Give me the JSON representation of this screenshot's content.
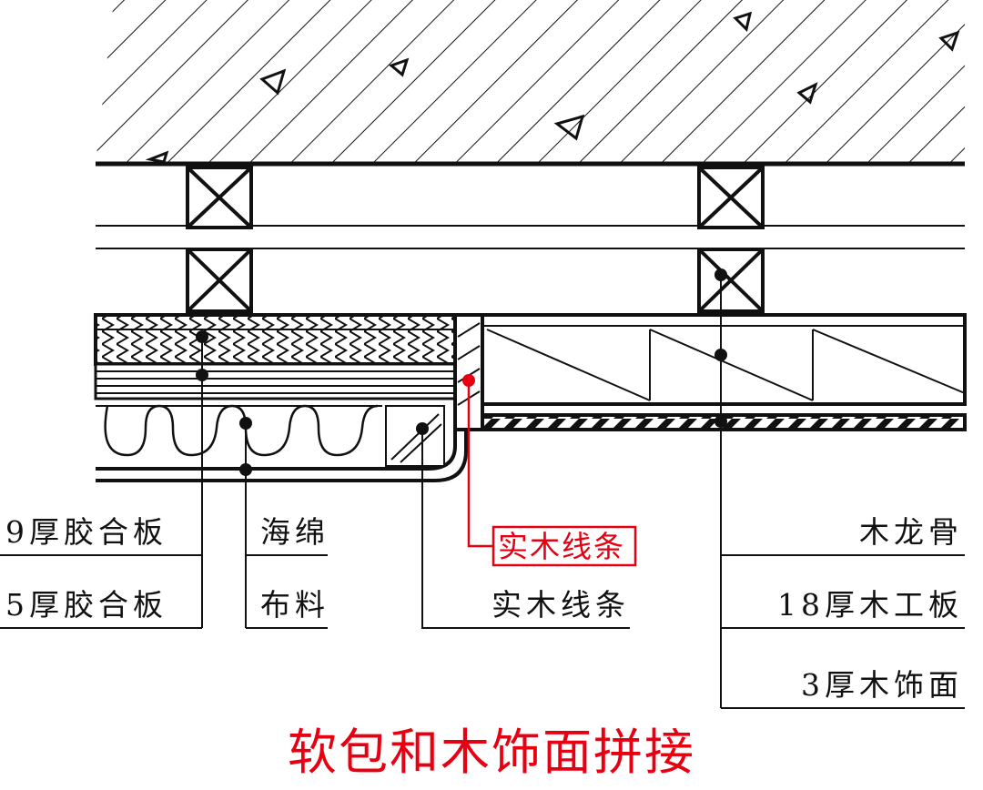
{
  "labels": {
    "plywood_9": "9厚胶合板",
    "plywood_5": "5厚胶合板",
    "sponge": "海绵",
    "fabric": "布料",
    "wood_strip_callout": "实木线条",
    "wood_strip": "实木线条",
    "wood_keel": "木龙骨",
    "blockboard_18": "18厚木工板",
    "veneer_3": "3厚木饰面"
  },
  "title": "软包和木饰面拼接",
  "colors": {
    "line": "#111111",
    "accent": "#e60012"
  }
}
